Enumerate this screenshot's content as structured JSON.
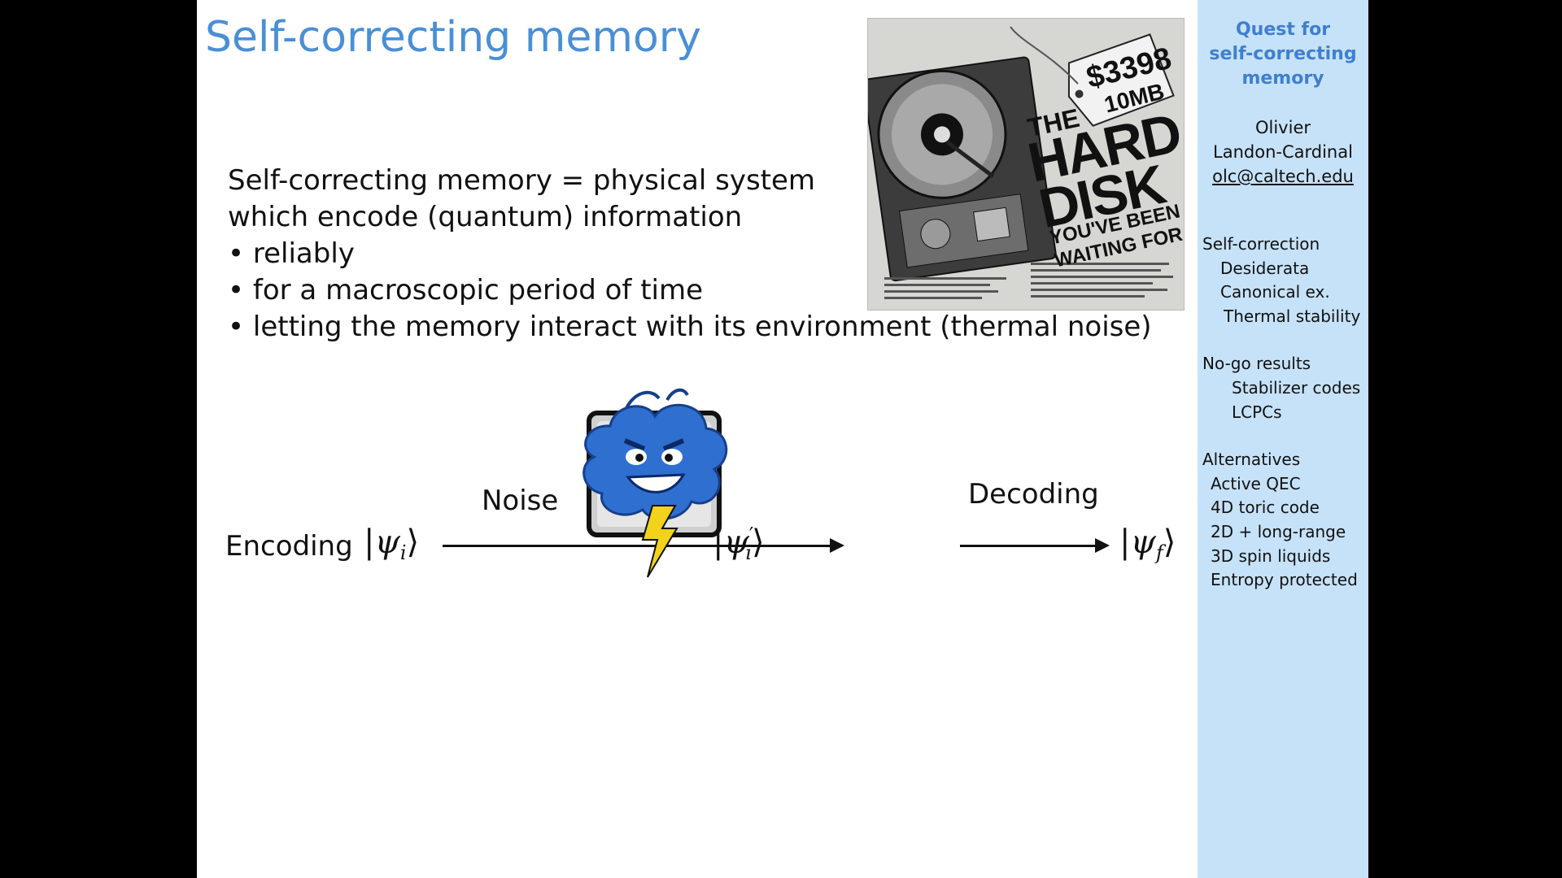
{
  "slide": {
    "title": "Self-correcting memory",
    "body_lines": [
      "Self-correcting memory = physical system",
      "which encode (quantum) information"
    ],
    "bullets": [
      "reliably",
      "for a macroscopic period of time",
      "letting the memory interact with its environment (thermal noise)"
    ],
    "ad": {
      "price": "$3398",
      "size": "10MB",
      "line_the": "THE",
      "line_hard": "HARD",
      "line_disk": "DISK",
      "line_waiting1": "YOU'VE BEEN",
      "line_waiting2": "WAITING FOR"
    },
    "diagram": {
      "encoding_label": "Encoding",
      "noise_label": "Noise",
      "decoding_label": "Decoding",
      "ket_initial_symbol": "ψ",
      "ket_initial_sub": "i",
      "ket_noisy_symbol": "ψ",
      "ket_noisy_sup": "′",
      "ket_noisy_sub": "i",
      "ket_final_symbol": "ψ",
      "ket_final_sub": "f"
    }
  },
  "sidebar": {
    "title_lines": [
      "Quest for",
      "self-correcting",
      "memory"
    ],
    "author_first": "Olivier",
    "author_last": "Landon-Cardinal",
    "email": "olc@caltech.edu",
    "outline": [
      {
        "text": "Self-correction",
        "indent": 0
      },
      {
        "text": "Desiderata",
        "indent": 1
      },
      {
        "text": "Canonical ex.",
        "indent": 1
      },
      {
        "text": "Thermal stability",
        "indent": 2
      },
      {
        "text": "",
        "indent": 0,
        "gap": true
      },
      {
        "text": "No-go results",
        "indent": 0
      },
      {
        "text": "Stabilizer codes",
        "indent": 3
      },
      {
        "text": "LCPCs",
        "indent": 3
      },
      {
        "text": "",
        "indent": 0,
        "gap": true
      },
      {
        "text": "Alternatives",
        "indent": 0
      },
      {
        "text": "Active QEC",
        "indent": 1
      },
      {
        "text": "4D toric code",
        "indent": 1
      },
      {
        "text": "2D + long-range",
        "indent": 1
      },
      {
        "text": "3D spin liquids",
        "indent": 1
      },
      {
        "text": "Entropy protected",
        "indent": 1
      }
    ]
  },
  "colors": {
    "title_blue": "#4a8fd6",
    "sidebar_bg": "#c6e2f8",
    "sidebar_title": "#3f7fcf",
    "cloud_blue": "#2f6fd0"
  },
  "icons": {
    "noise": "storm-cloud-icon",
    "hard_disk": "hard-disk-ad-image"
  }
}
